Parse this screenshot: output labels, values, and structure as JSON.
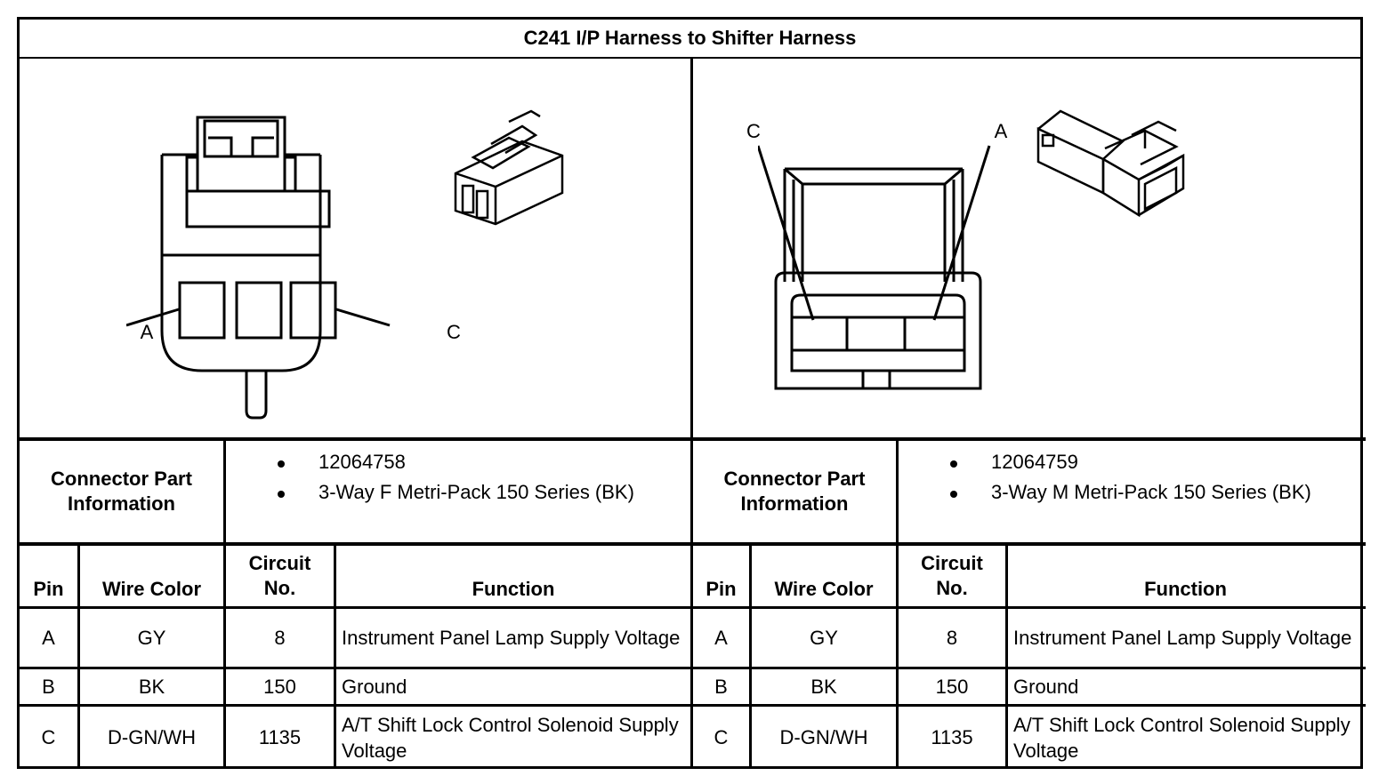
{
  "title": "C241 I/P Harness to Shifter Harness",
  "left": {
    "connector_label": "Connector Part Information",
    "part_info": [
      "12064758",
      "3-Way F Metri-Pack 150 Series (BK)"
    ],
    "callouts": {
      "a": "A",
      "c": "C"
    },
    "headers": {
      "pin": "Pin",
      "wire": "Wire Color",
      "circuit": "Circuit No.",
      "function": "Function"
    },
    "rows": [
      {
        "pin": "A",
        "wire": "GY",
        "circuit": "8",
        "function": "Instrument Panel Lamp Supply Voltage"
      },
      {
        "pin": "B",
        "wire": "BK",
        "circuit": "150",
        "function": "Ground"
      },
      {
        "pin": "C",
        "wire": "D-GN/WH",
        "circuit": "1135",
        "function": "A/T Shift Lock Control Solenoid Supply Voltage"
      }
    ]
  },
  "right": {
    "connector_label": "Connector Part Information",
    "part_info": [
      "12064759",
      "3-Way M Metri-Pack 150 Series (BK)"
    ],
    "callouts": {
      "a": "A",
      "c": "C"
    },
    "headers": {
      "pin": "Pin",
      "wire": "Wire Color",
      "circuit": "Circuit No.",
      "function": "Function"
    },
    "rows": [
      {
        "pin": "A",
        "wire": "GY",
        "circuit": "8",
        "function": "Instrument Panel Lamp Supply Voltage"
      },
      {
        "pin": "B",
        "wire": "BK",
        "circuit": "150",
        "function": "Ground"
      },
      {
        "pin": "C",
        "wire": "D-GN/WH",
        "circuit": "1135",
        "function": "A/T Shift Lock Control Solenoid Supply Voltage"
      }
    ]
  }
}
